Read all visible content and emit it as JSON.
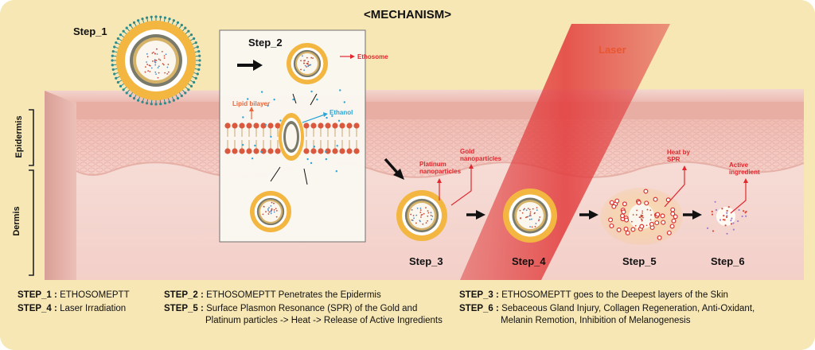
{
  "title": "<MECHANISM>",
  "layers": {
    "epidermis": "Epidermis",
    "dermis": "Dermis"
  },
  "labels": {
    "step1": "Step_1",
    "step2": "Step_2",
    "step3": "Step_3",
    "step4": "Step_4",
    "step5": "Step_5",
    "step6": "Step_6",
    "laser": "Laser",
    "ethosome": "Ethosome",
    "lipid_bilayer": "Lipid bilayer",
    "ethanol": "Ethanol",
    "platinum": "Platinum nanoparticles",
    "gold": "Gold nanoparticles",
    "heat": "Heat by SPR",
    "active": "Active ingredient"
  },
  "legend": [
    {
      "key": "STEP_1 :",
      "text": "ETHOSOMEPTT"
    },
    {
      "key": "STEP_2 :",
      "text": "ETHOSOMEPTT Penetrates the Epidermis"
    },
    {
      "key": "STEP_3 :",
      "text": "ETHOSOMEPTT goes to the Deepest layers of the Skin"
    },
    {
      "key": "STEP_4 :",
      "text": "Laser Irradiation"
    },
    {
      "key": "STEP_5 :",
      "text": "Surface Plasmon Resonance (SPR) of the Gold and",
      "text2": "Platinum particles -> Heat -> Release of Active Ingredients"
    },
    {
      "key": "STEP_6 :",
      "text": "Sebaceous Gland Injury, Collagen Regeneration, Anti-Oxidant,",
      "text2": "Melanin Remotion, Inhibition of Melanogenesis"
    }
  ],
  "colors": {
    "background": "#f7e7b4",
    "accent_red": "#e0282e",
    "laser": "#e85a5a",
    "ethosome_outer": "#f3b640",
    "ethanol": "#2aa6d6"
  }
}
